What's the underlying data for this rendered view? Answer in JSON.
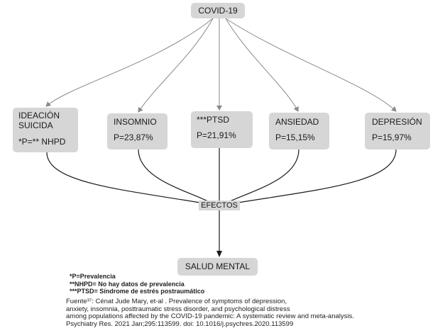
{
  "diagram": {
    "root": "COVID-19",
    "categories": [
      {
        "label": "IDEACIÓN\nSUICIDA",
        "value": "*P=** NHPD"
      },
      {
        "label": "INSOMNIO",
        "value": "P=23,87%"
      },
      {
        "label": "***PTSD",
        "value": "P=21,91%"
      },
      {
        "label": "ANSIEDAD",
        "value": "P=15,15%"
      },
      {
        "label": "DEPRESIÓN",
        "value": "P=15,97%"
      }
    ],
    "effects": "EFECTOS",
    "outcome": "SALUD MENTAL"
  },
  "notes": [
    "*P=Prevalencia",
    "**NHPD= No hay datos de prevalencia",
    "***PTSD= Síndrome de estrés postraumático"
  ],
  "source": [
    "Fuente³⁷: Cénat Jude Mary, et-al   . Prevalence of symptoms of depression,",
    "anxiety, insomnia, posttraumatic stress disorder, and psychological distress",
    "among populations affected by the COVID-19 pandemic: A systematic review and meta-analysis.",
    "Psychiatry Res. 2021 Jan;295:113599. doi: 10.1016/j.psychres.2020.113599"
  ]
}
